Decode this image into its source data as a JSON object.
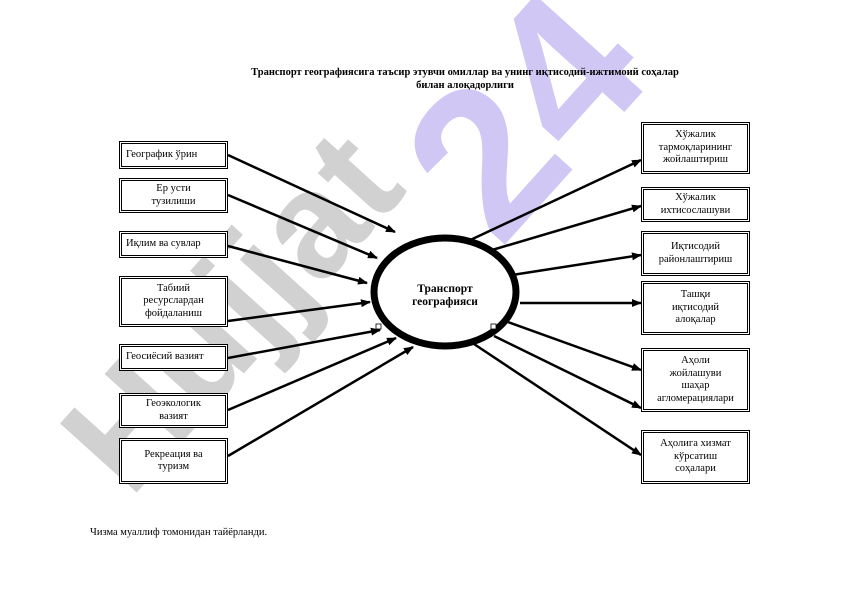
{
  "title": {
    "line1": "Транспорт географиясига таъсир этувчи омиллар ва унинг иқтисодий-ижтимоий соҳалар",
    "line2": "билан алоқадорлиги"
  },
  "center": {
    "line1": "Транспорт",
    "line2": "географияси"
  },
  "left_boxes": [
    {
      "line1": "Географик ўрин",
      "line2": "",
      "line3": ""
    },
    {
      "line1": "Ер усти",
      "line2": "тузилиши",
      "line3": ""
    },
    {
      "line1": "Иқлим ва сувлар",
      "line2": "",
      "line3": ""
    },
    {
      "line1": "Табиий",
      "line2": "ресурслардан",
      "line3": "фойдаланиш"
    },
    {
      "line1": "Геосиёсий вазият",
      "line2": "",
      "line3": ""
    },
    {
      "line1": "Геоэкологик",
      "line2": "вазият",
      "line3": ""
    },
    {
      "line1": "Рекреация ва",
      "line2": "туризм",
      "line3": ""
    }
  ],
  "right_boxes": [
    {
      "line1": "Хўжалик",
      "line2": "тармоқларининг",
      "line3": "жойлаштириш",
      "line4": ""
    },
    {
      "line1": "Хўжалик",
      "line2": "ихтисослашуви",
      "line3": "",
      "line4": ""
    },
    {
      "line1": "Иқтисодий",
      "line2": "районлаштириш",
      "line3": "",
      "line4": ""
    },
    {
      "line1": "Ташқи",
      "line2": "иқтисодий",
      "line3": "алоқалар",
      "line4": ""
    },
    {
      "line1": "Аҳоли",
      "line2": "жойлашуви",
      "line3": "шаҳар",
      "line4": "агломерациялари"
    },
    {
      "line1": "Аҳолига хизмат",
      "line2": "кўрсатиш",
      "line3": "соҳалари",
      "line4": ""
    }
  ],
  "footnote": "Чизма  муаллиф томонидан тайёрланди.",
  "watermark": {
    "text": "Hujjat 24",
    "color": "#c9c9c9",
    "accent_color": "#cbc2f5"
  },
  "colors": {
    "stroke": "#000000",
    "background": "#ffffff"
  }
}
